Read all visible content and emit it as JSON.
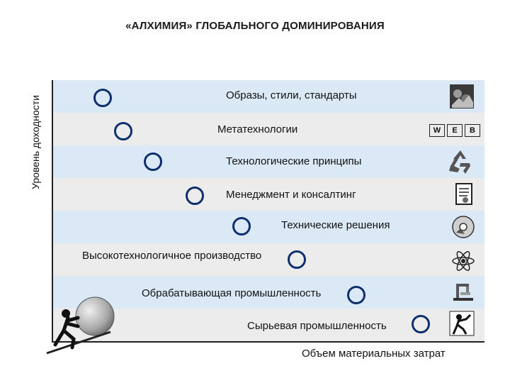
{
  "title": "«АЛХИМИЯ» ГЛОБАЛЬНОГО ДОМИНИРОВАНИЯ",
  "y_axis_label": "Уровень доходности",
  "x_axis_label": "Объем материальных затрат",
  "levels": [
    {
      "label": "Образы, стили, стандарты",
      "icon": "art-photo-icon"
    },
    {
      "label": "Метатехнологии",
      "icon": "web-icon",
      "icon_letters": [
        "W",
        "E",
        "B"
      ]
    },
    {
      "label": "Технологические принципы",
      "icon": "recycle-icon"
    },
    {
      "label": "Менеджмент и консалтинг",
      "icon": "document-icon"
    },
    {
      "label": "Технические решения",
      "icon": "disc-icon"
    },
    {
      "label": "Высокотехнологичное производство",
      "icon": "atom-icon"
    },
    {
      "label": "Обрабатывающая промышленность",
      "icon": "machine-icon"
    },
    {
      "label": "Сырьевая промышленность",
      "icon": "worker-icon"
    }
  ],
  "colors": {
    "band_blue": "#dbe9f6",
    "band_gray": "#ececec",
    "circle": "#0d2f6e"
  }
}
